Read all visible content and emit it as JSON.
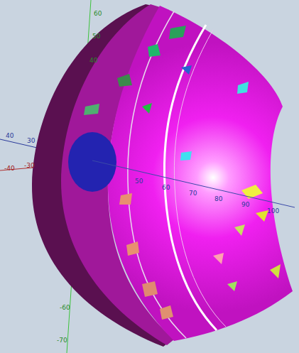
{
  "diagram": {
    "labels": [
      "60",
      "50",
      "40",
      "40",
      "30",
      "-40",
      "-30",
      "50",
      "60",
      "70",
      "80",
      "90",
      "100",
      "-60",
      "-70"
    ]
  }
}
